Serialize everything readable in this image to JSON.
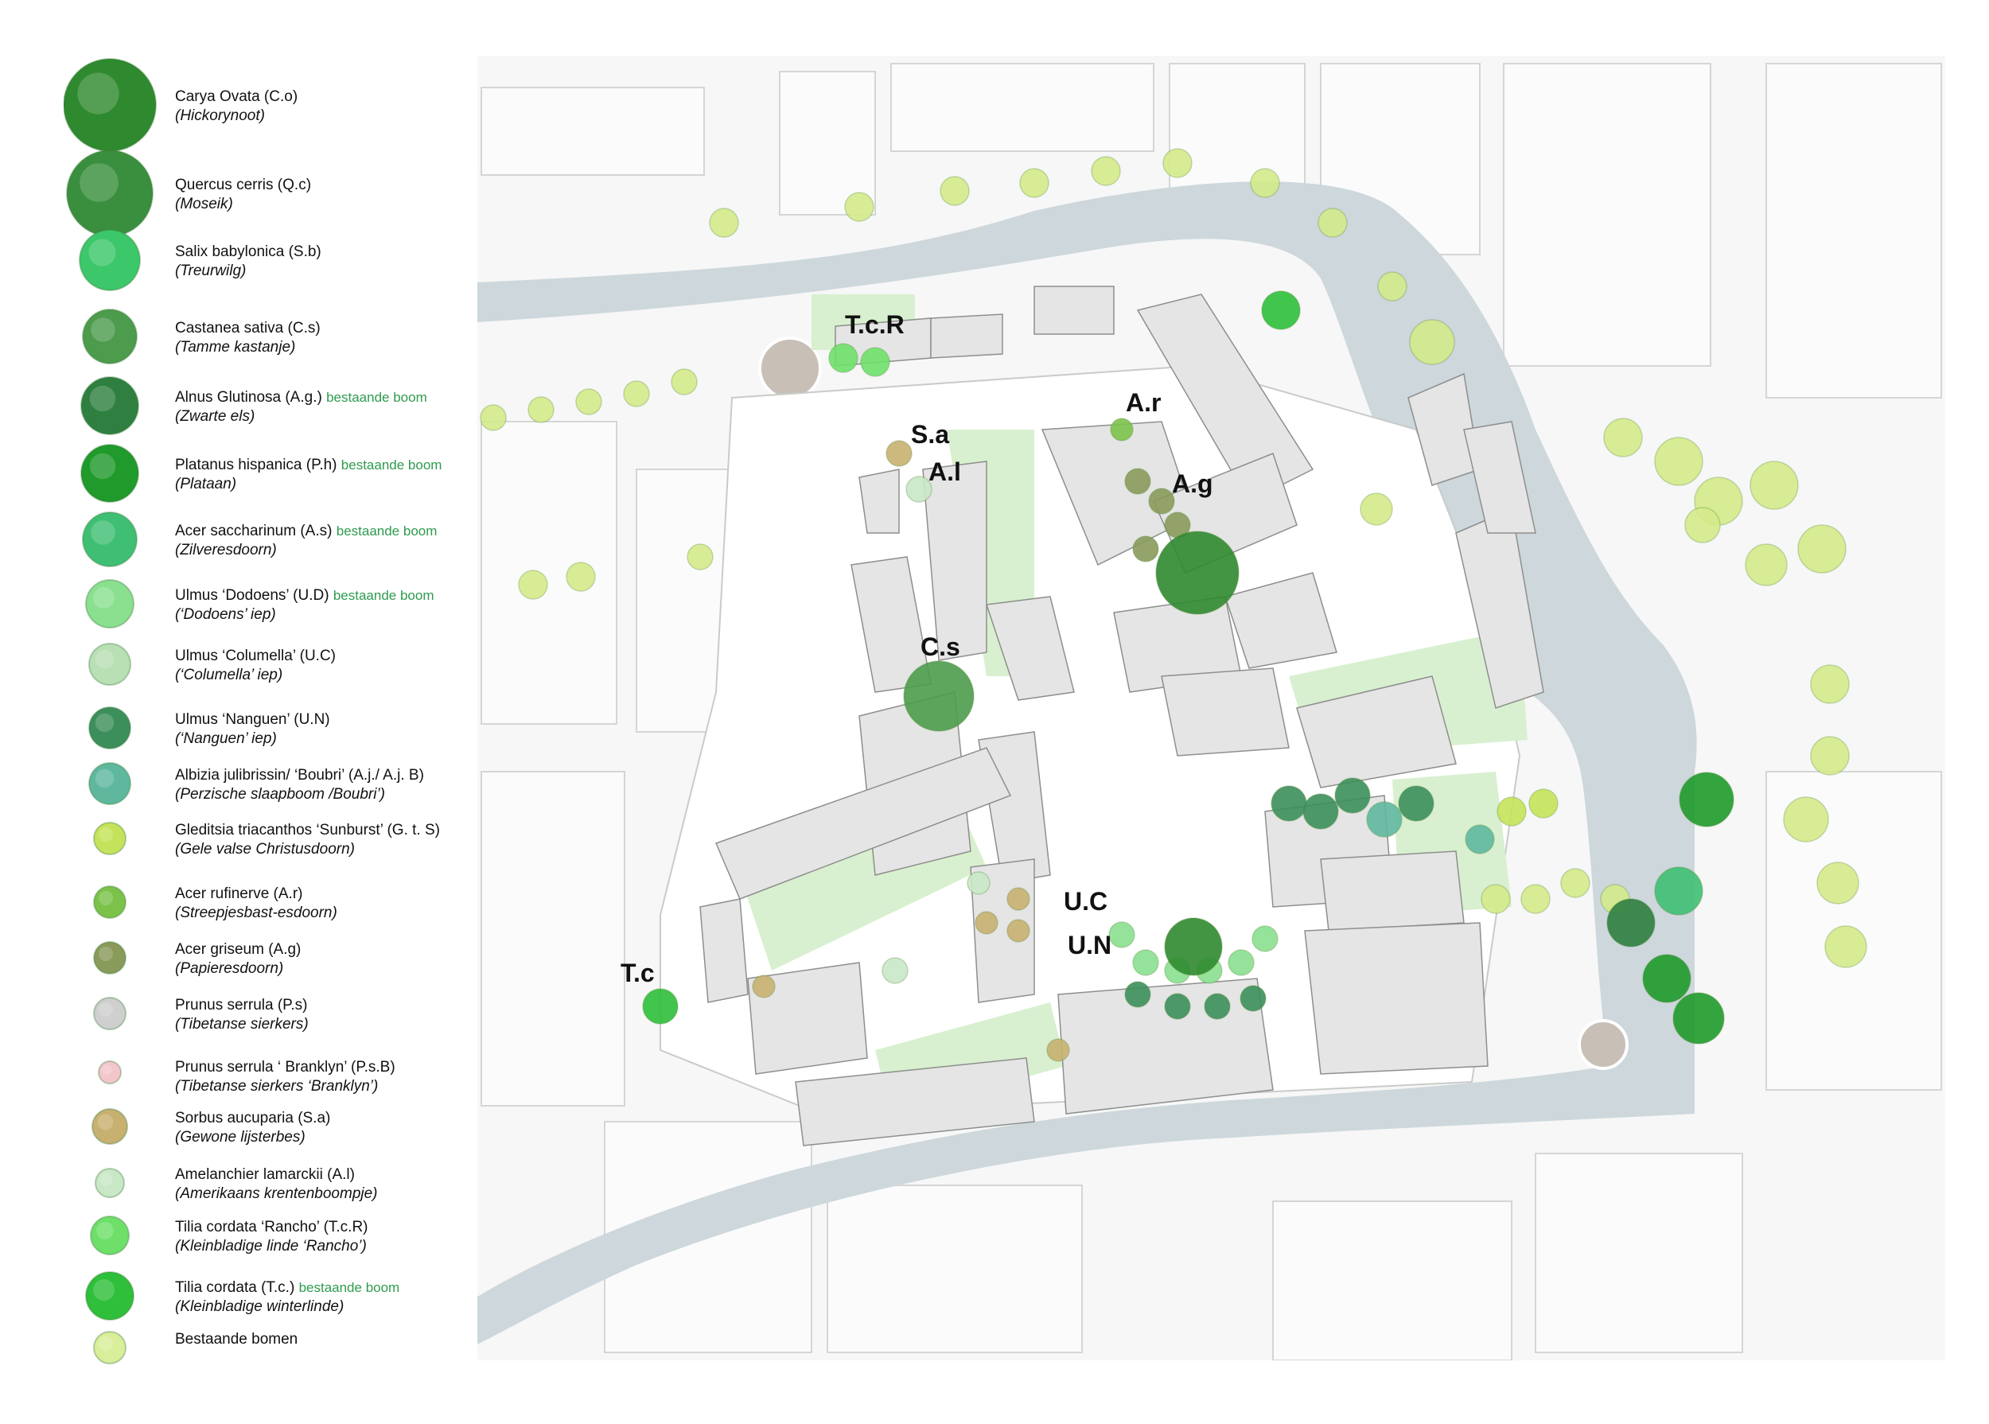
{
  "legend": [
    {
      "name": "Carya Ovata (C.o)",
      "common": "(Hickorynoot)",
      "note": "",
      "icon": "carya-ovata-icon",
      "color": "#2f8a2f"
    },
    {
      "name": "Quercus cerris (Q.c)",
      "common": "(Moseik)",
      "note": "",
      "icon": "quercus-cerris-icon",
      "color": "#3a8f3e"
    },
    {
      "name": "Salix babylonica (S.b)",
      "common": "(Treurwilg)",
      "note": "",
      "icon": "salix-babylonica-icon",
      "color": "#3cc76a"
    },
    {
      "name": "Castanea sativa (C.s)",
      "common": "(Tamme kastanje)",
      "note": "",
      "icon": "castanea-sativa-icon",
      "color": "#4d9b4d"
    },
    {
      "name": "Alnus Glutinosa (A.g.)",
      "common": "(Zwarte els)",
      "note": "bestaande boom",
      "icon": "alnus-glutinosa-icon",
      "color": "#2f8040"
    },
    {
      "name": "Platanus hispanica (P.h)",
      "common": "(Plataan)",
      "note": "bestaande boom",
      "icon": "platanus-hispanica-icon",
      "color": "#1f9a2b"
    },
    {
      "name": "Acer saccharinum (A.s)",
      "common": "(Zilveresdoorn)",
      "note": "bestaande boom",
      "icon": "acer-saccharinum-icon",
      "color": "#3fbf73"
    },
    {
      "name": "Ulmus ‘Dodoens’ (U.D)",
      "common": "(‘Dodoens’ iep)",
      "note": "bestaande boom",
      "icon": "ulmus-dodoens-icon",
      "color": "#8ae08f"
    },
    {
      "name": "Ulmus ‘Columella’ (U.C)",
      "common": "(‘Columella’ iep)",
      "note": "",
      "icon": "ulmus-columella-icon",
      "color": "#b9e0b4"
    },
    {
      "name": "Ulmus ‘Nanguen’ (U.N)",
      "common": "(‘Nanguen’ iep)",
      "note": "",
      "icon": "ulmus-nanguen-icon",
      "color": "#3c8f5a"
    },
    {
      "name": "Albizia julibrissin/ ‘Boubri’ (A.j./ A.j. B)",
      "common": "(Perzische slaapboom /Boubri’)",
      "note": "",
      "icon": "albizia-julibrissin-icon",
      "color": "#5fb89e"
    },
    {
      "name": "Gleditsia triacanthos ‘Sunburst’ (G. t. S)",
      "common": "(Gele valse Christusdoorn)",
      "note": "",
      "icon": "gleditsia-triacanthos-icon",
      "color": "#c5e35a"
    },
    {
      "name": "Acer rufinerve (A.r)",
      "common": "(Streepjesbast-esdoorn)",
      "note": "",
      "icon": "acer-rufinerve-icon",
      "color": "#7cc24a"
    },
    {
      "name": "Acer griseum (A.g)",
      "common": "(Papieresdoorn)",
      "note": "",
      "icon": "acer-griseum-icon",
      "color": "#8a9a5a"
    },
    {
      "name": "Prunus serrula (P.s)",
      "common": "(Tibetanse sierkers)",
      "note": "",
      "icon": "prunus-serrula-icon",
      "color": "#cfcfcf"
    },
    {
      "name": "Prunus serrula ‘ Branklyn’ (P.s.B)",
      "common": "(Tibetanse sierkers ‘Branklyn’)",
      "note": "",
      "icon": "prunus-branklyn-icon",
      "color": "#f3c6cc"
    },
    {
      "name": "Sorbus aucuparia (S.a)",
      "common": "(Gewone lijsterbes)",
      "note": "",
      "icon": "sorbus-aucuparia-icon",
      "color": "#c8b070"
    },
    {
      "name": "Amelanchier lamarckii (A.l)",
      "common": "(Amerikaans krentenboompje)",
      "note": "",
      "icon": "amelanchier-lamarckii-icon",
      "color": "#c9e8c6"
    },
    {
      "name": "Tilia cordata ‘Rancho’ (T.c.R)",
      "common": "(Kleinbladige linde ‘Rancho’)",
      "note": "",
      "icon": "tilia-rancho-icon",
      "color": "#6ee06a"
    },
    {
      "name": "Tilia cordata (T.c.)",
      "common": "(Kleinbladige winterlinde)",
      "note": "bestaande boom",
      "icon": "tilia-cordata-icon",
      "color": "#2fbf3a"
    },
    {
      "name": "Bestaande bomen",
      "common": "",
      "note": "",
      "icon": "existing-trees-icon",
      "color": "#d9ee9a"
    }
  ],
  "map_labels": [
    "T.c.R",
    "S.a",
    "A.l",
    "A.r",
    "A.g",
    "C.s",
    "U.C",
    "U.N",
    "T.c"
  ],
  "colors": {
    "water": "#cfd8dd",
    "ground": "#f4f5f4",
    "building": "#e2e3e2",
    "green_area": "#d6efcd",
    "street_tree": "#d4ea8a"
  }
}
